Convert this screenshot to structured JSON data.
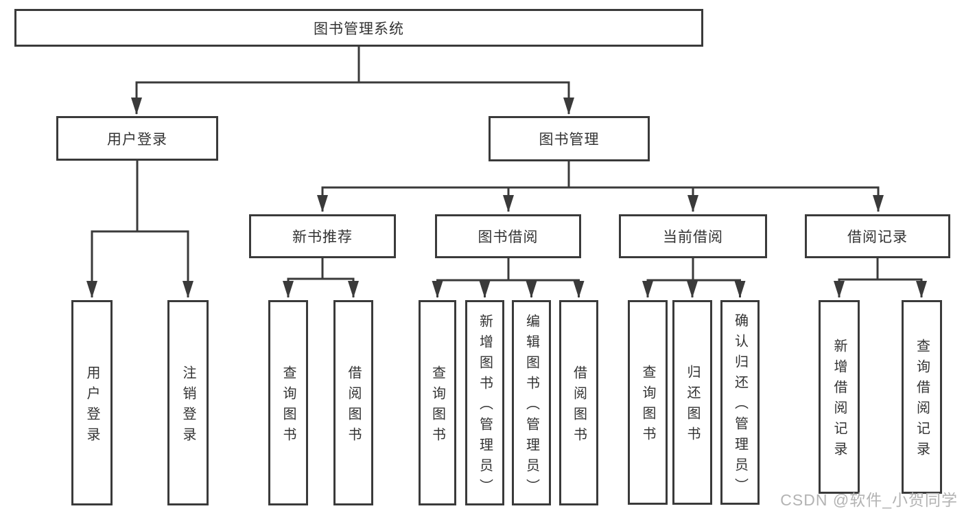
{
  "diagram": {
    "root": "图书管理系统",
    "branches": {
      "user_login": "用户登录",
      "book_management": "图书管理"
    },
    "modules": {
      "new_book_recommend": "新书推荐",
      "book_borrow": "图书借阅",
      "current_borrow": "当前借阅",
      "borrow_records": "借阅记录"
    },
    "leaves": {
      "user_login_login": "用户登录",
      "user_login_logout": "注销登录",
      "nbr_query_book": "查询图书",
      "nbr_borrow_book": "借阅图书",
      "bb_query_book": "查询图书",
      "bb_add_book": "新增图书（管理员）",
      "bb_edit_book": "编辑图书（管理员）",
      "bb_borrow_book": "借阅图书",
      "cb_query_book": "查询图书",
      "cb_return_book": "归还图书",
      "cb_confirm_return": "确认归还（管理员）",
      "br_add_record": "新增借阅记录",
      "br_query_record": "查询借阅记录"
    }
  },
  "watermark": "CSDN @软件_小贺同学",
  "colors": {
    "line": "#3a3a3a",
    "text": "#333333",
    "watermark": "#b3b3b3",
    "background": "#ffffff"
  }
}
